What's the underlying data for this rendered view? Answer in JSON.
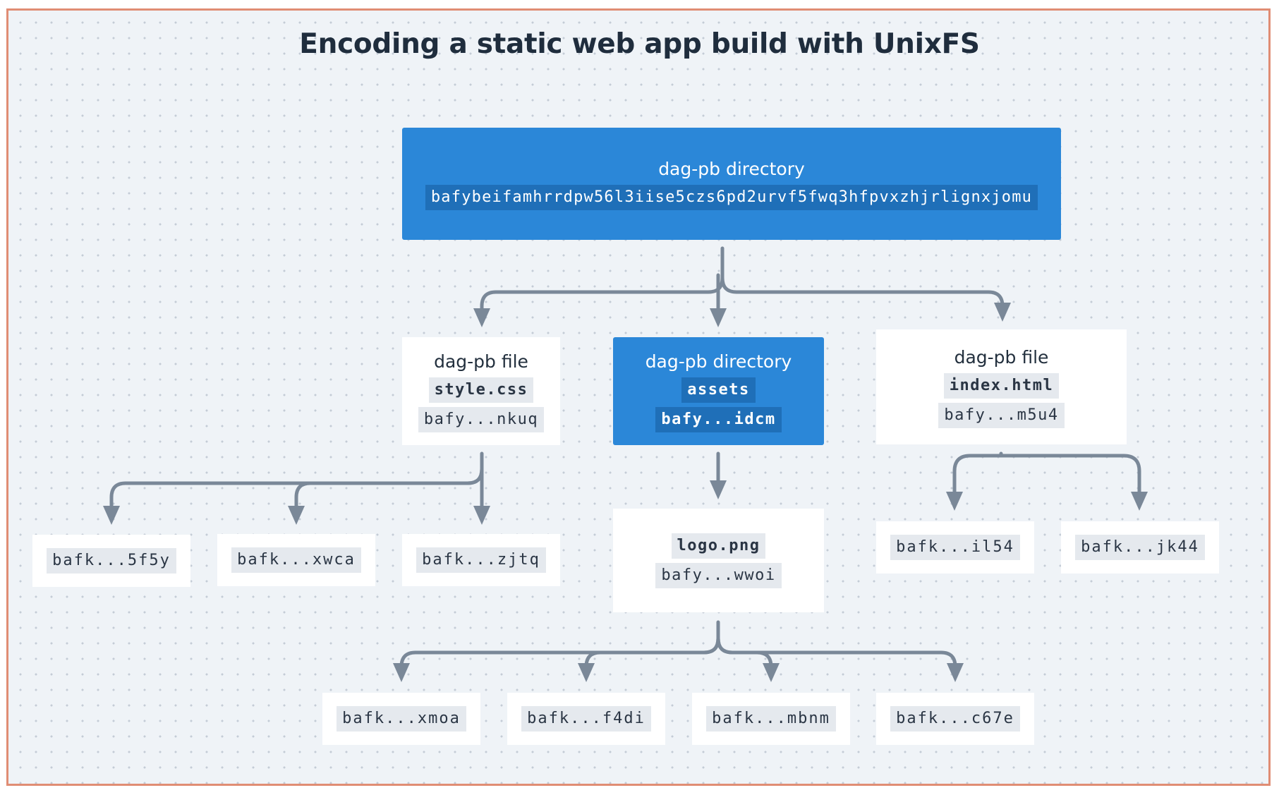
{
  "title": "Encoding a static web app build with UnixFS",
  "root": {
    "label": "dag-pb directory",
    "cid": "bafybeifamhrrdpw56l3iise5czs6pd2urvf5fwq3hfpvxzhjrlignxjomu"
  },
  "style_css": {
    "label": "dag-pb file",
    "name": "style.css",
    "cid": "bafy...nkuq"
  },
  "assets": {
    "label": "dag-pb directory",
    "name": "assets",
    "cid": "bafy...idcm"
  },
  "index_html": {
    "label": "dag-pb file",
    "name": "index.html",
    "cid": "bafy...m5u4"
  },
  "logo_png": {
    "name": "logo.png",
    "cid": "bafy...wwoi"
  },
  "style_chunks": [
    "bafk...5f5y",
    "bafk...xwca",
    "bafk...zjtq"
  ],
  "index_chunks": [
    "bafk...il54",
    "bafk...jk44"
  ],
  "logo_chunks": [
    "bafk...xmoa",
    "bafk...f4di",
    "bafk...mbnm",
    "bafk...c67e"
  ],
  "colors": {
    "blue_node": "#2b87d8",
    "arrow": "#7a8898",
    "border": "#e08d74",
    "background": "#eff3f7"
  }
}
